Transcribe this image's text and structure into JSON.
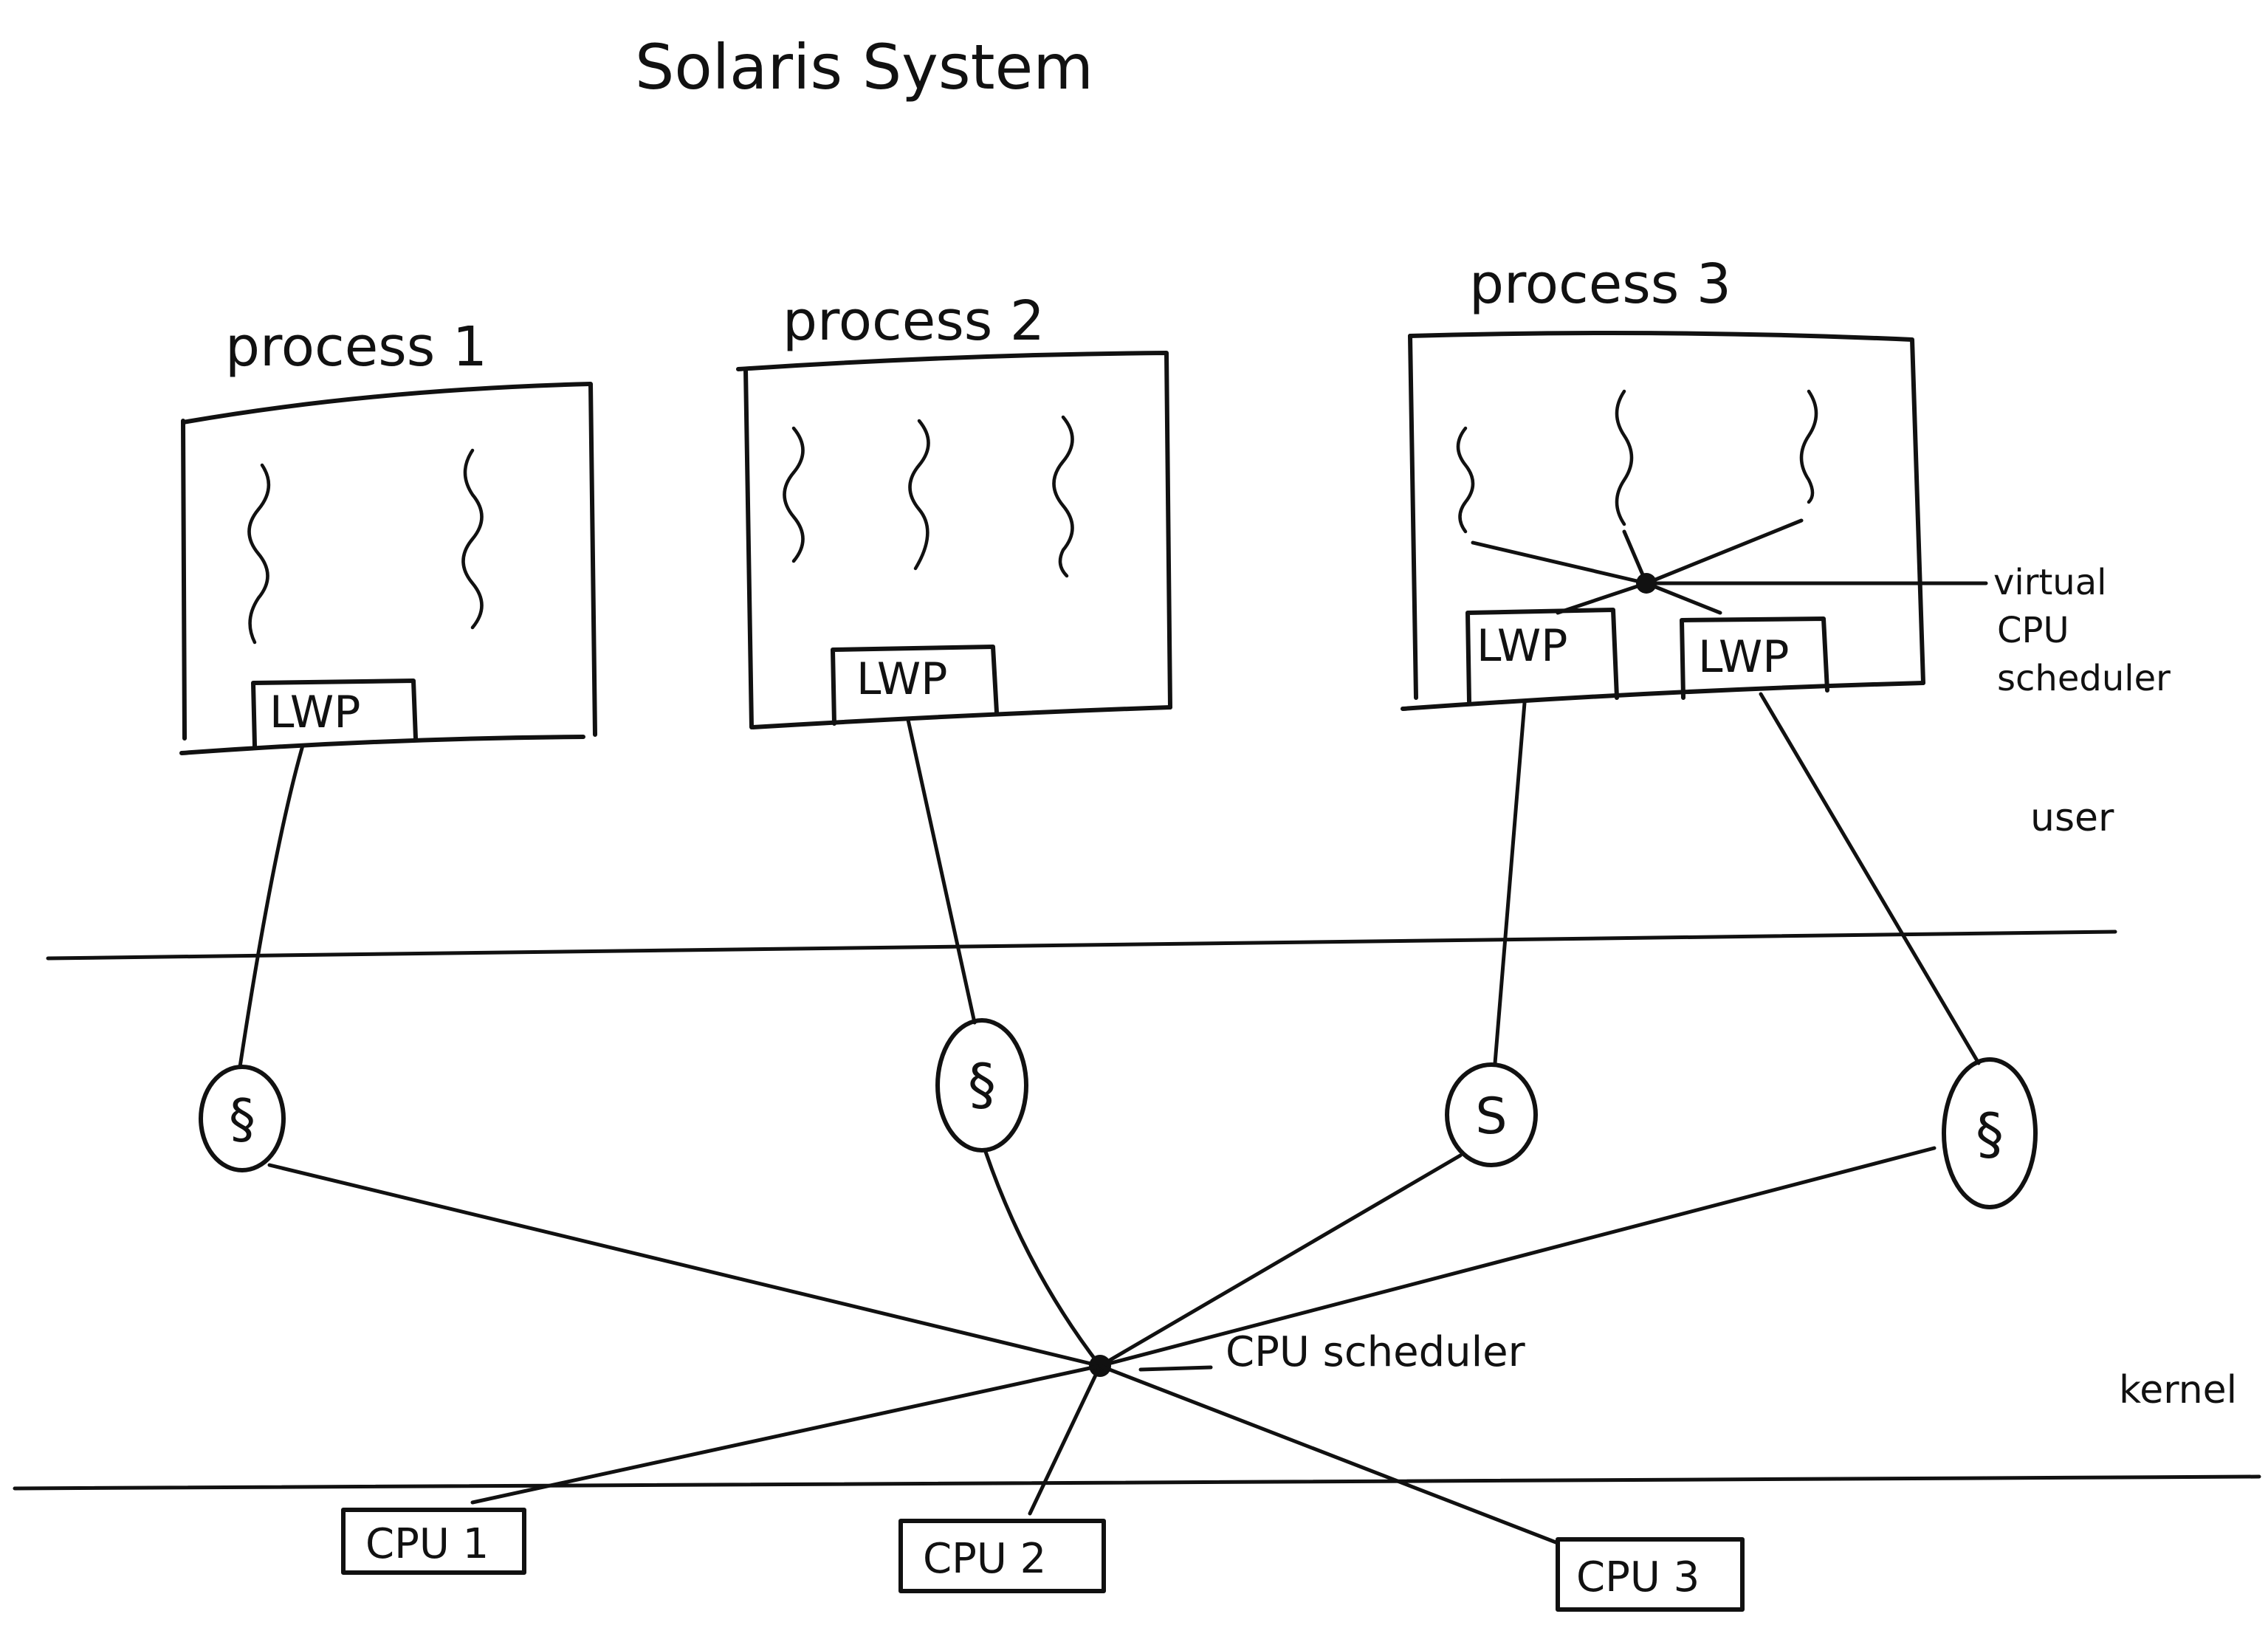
{
  "title": "Solaris System",
  "processes": [
    {
      "label": "process 1",
      "threads": 2,
      "lwps": [
        "LWP"
      ]
    },
    {
      "label": "process 2",
      "threads": 3,
      "lwps": [
        "LWP"
      ]
    },
    {
      "label": "process 3",
      "threads": 3,
      "lwps": [
        "LWP",
        "LWP"
      ]
    }
  ],
  "virtual_cpu_scheduler": [
    "virtual",
    "CPU",
    "scheduler"
  ],
  "cpu_scheduler": "CPU scheduler",
  "regions": {
    "user": "user",
    "kernel": "kernel"
  },
  "cpus": [
    "CPU 1",
    "CPU 2",
    "CPU 3"
  ],
  "kernel_threads": [
    "§",
    "§",
    "S",
    "§"
  ]
}
